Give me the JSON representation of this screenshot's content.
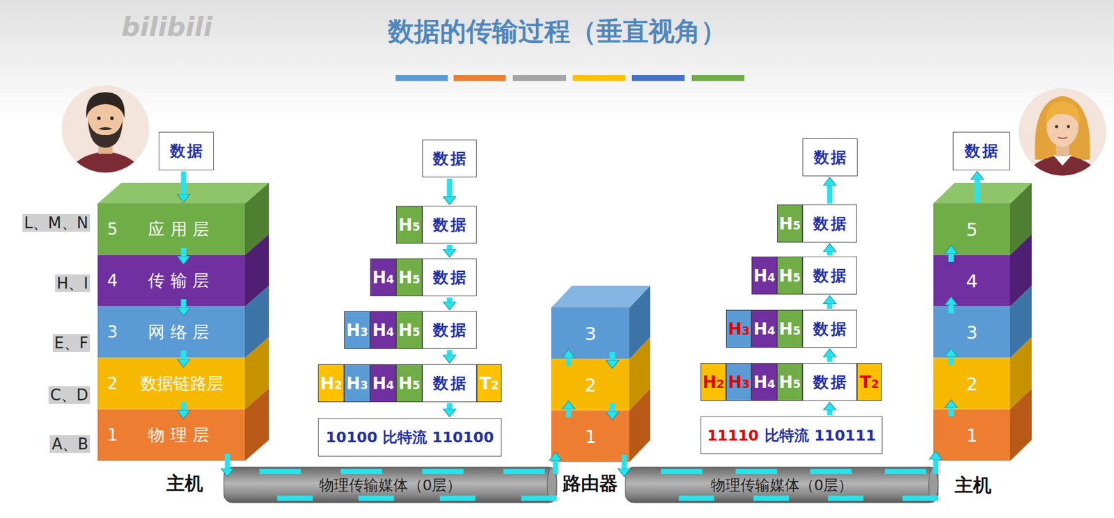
{
  "diagram": {
    "title": "数据的传输过程（垂直视角）",
    "nodes": [
      {
        "text": [
          "数据"
        ]
      },
      {
        "text": [
          "5",
          "应用层"
        ]
      },
      {
        "text": [
          "4",
          "传输层"
        ]
      },
      {
        "text": [
          "3",
          "网络层"
        ]
      },
      {
        "text": [
          "2",
          "数据链路层"
        ]
      },
      {
        "text": [
          "1",
          "物理层"
        ]
      },
      {
        "text": [
          "数据"
        ]
      },
      {
        "text": [
          "H5"
        ]
      },
      {
        "text": [
          "数据"
        ]
      },
      {
        "text": [
          "H4"
        ]
      },
      {
        "text": [
          "H5"
        ]
      },
      {
        "text": [
          "数据"
        ]
      },
      {
        "text": [
          "H3"
        ]
      },
      {
        "text": [
          "H4"
        ]
      },
      {
        "text": [
          "H5"
        ]
      },
      {
        "text": [
          "数据"
        ]
      },
      {
        "text": [
          "H2"
        ]
      },
      {
        "text": [
          "H3"
        ]
      },
      {
        "text": [
          "H4"
        ]
      },
      {
        "text": [
          "H5"
        ]
      },
      {
        "text": [
          "数据"
        ]
      },
      {
        "text": [
          "T2"
        ]
      },
      {
        "text": [
          "10100 比特流 110100"
        ]
      },
      {
        "text": [
          "物理传输媒体（0层）"
        ]
      },
      {
        "text": [
          "3"
        ]
      },
      {
        "text": [
          "2"
        ]
      },
      {
        "text": [
          "1"
        ]
      },
      {
        "text": [
          "物理传输媒体（0层）"
        ]
      },
      {
        "text": [
          "数据"
        ]
      },
      {
        "text": [
          "H5"
        ]
      },
      {
        "text": [
          "数据"
        ]
      },
      {
        "text": [
          "H4"
        ]
      },
      {
        "text": [
          "H5"
        ]
      },
      {
        "text": [
          "数据"
        ]
      },
      {
        "text": [
          "H3"
        ]
      },
      {
        "text": [
          "H4"
        ]
      },
      {
        "text": [
          "H5"
        ]
      },
      {
        "text": [
          "数据"
        ]
      },
      {
        "text": [
          "H2"
        ]
      },
      {
        "text": [
          "H3"
        ]
      },
      {
        "text": [
          "H4"
        ]
      },
      {
        "text": [
          "H5"
        ]
      },
      {
        "text": [
          "数据"
        ]
      },
      {
        "text": [
          "T2"
        ]
      },
      {
        "text": [
          "11110",
          "比特流 110111"
        ]
      },
      {
        "text": [
          "数据"
        ]
      },
      {
        "text": [
          "5"
        ]
      },
      {
        "text": [
          "4"
        ]
      },
      {
        "text": [
          "3"
        ]
      },
      {
        "text": [
          "2"
        ]
      },
      {
        "text": [
          "1"
        ]
      }
    ],
    "edges": [
      {
        "from": 0,
        "to": 1,
        "arrow": "to"
      },
      {
        "from": 1,
        "to": 2,
        "arrow": "to"
      },
      {
        "from": 2,
        "to": 3,
        "arrow": "to"
      },
      {
        "from": 3,
        "to": 4,
        "arrow": "to"
      },
      {
        "from": 4,
        "to": 5,
        "arrow": "to"
      },
      {
        "from": 5,
        "to": 23,
        "arrow": "to"
      },
      {
        "from": 6,
        "to": 8,
        "arrow": "to"
      },
      {
        "from": 8,
        "to": 11,
        "arrow": "to"
      },
      {
        "from": 11,
        "to": 15,
        "arrow": "to"
      },
      {
        "from": 15,
        "to": 20,
        "arrow": "to"
      },
      {
        "from": 20,
        "to": 22,
        "arrow": "to"
      },
      {
        "from": 23,
        "to": 26,
        "arrow": "to"
      },
      {
        "from": 26,
        "to": 25,
        "arrow": "to"
      },
      {
        "from": 25,
        "to": 24,
        "arrow": "to"
      },
      {
        "from": 24,
        "to": 25,
        "arrow": "to"
      },
      {
        "from": 25,
        "to": 26,
        "arrow": "to"
      },
      {
        "from": 26,
        "to": 27,
        "arrow": "to"
      },
      {
        "from": 27,
        "to": 50,
        "arrow": "to"
      },
      {
        "from": 50,
        "to": 49,
        "arrow": "to"
      },
      {
        "from": 49,
        "to": 48,
        "arrow": "to"
      },
      {
        "from": 48,
        "to": 47,
        "arrow": "to"
      },
      {
        "from": 47,
        "to": 46,
        "arrow": "to"
      },
      {
        "from": 46,
        "to": 45,
        "arrow": "to"
      },
      {
        "from": 44,
        "to": 42,
        "arrow": "to"
      },
      {
        "from": 42,
        "to": 37,
        "arrow": "to"
      },
      {
        "from": 37,
        "to": 33,
        "arrow": "to"
      },
      {
        "from": 33,
        "to": 30,
        "arrow": "to"
      },
      {
        "from": 30,
        "to": 28,
        "arrow": "to"
      }
    ],
    "labels": [
      "L、M、N",
      "H、I",
      "E、F",
      "C、D",
      "A、B",
      "主机",
      "路由器",
      "主机",
      "bilibili"
    ]
  }
}
